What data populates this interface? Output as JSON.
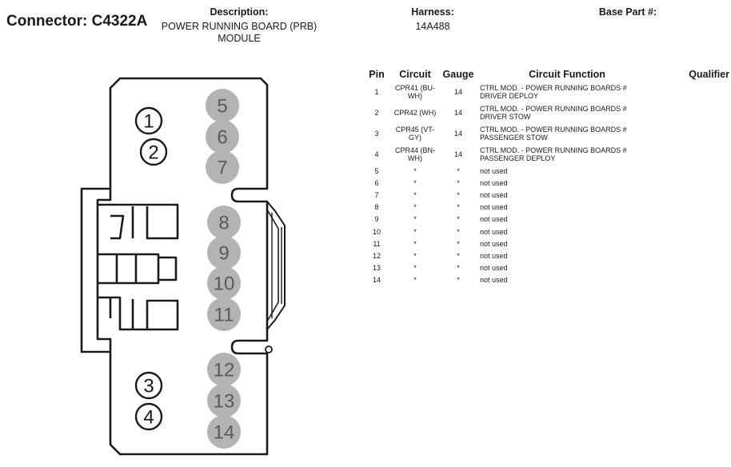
{
  "header": {
    "connector": "Connector: C4322A",
    "description_label": "Description:",
    "description_value_line1": "POWER RUNNING BOARD (PRB)",
    "description_value_line2": "MODULE",
    "harness_label": "Harness:",
    "harness_value": "14A488",
    "base_part_label": "Base Part #:"
  },
  "diagram": {
    "cavities": [
      {
        "n": "1",
        "style": "open"
      },
      {
        "n": "2",
        "style": "open"
      },
      {
        "n": "3",
        "style": "open"
      },
      {
        "n": "4",
        "style": "open"
      },
      {
        "n": "5",
        "style": "filled"
      },
      {
        "n": "6",
        "style": "filled"
      },
      {
        "n": "7",
        "style": "filled"
      },
      {
        "n": "8",
        "style": "filled"
      },
      {
        "n": "9",
        "style": "filled"
      },
      {
        "n": "10",
        "style": "filled"
      },
      {
        "n": "11",
        "style": "filled"
      },
      {
        "n": "12",
        "style": "filled"
      },
      {
        "n": "13",
        "style": "filled"
      },
      {
        "n": "14",
        "style": "filled"
      }
    ],
    "colors": {
      "filled": "#b3b3b3",
      "filled_text": "#5a5a5a",
      "outline": "#1a1a1a"
    }
  },
  "table": {
    "headers": {
      "pin": "Pin",
      "circuit": "Circuit",
      "gauge": "Gauge",
      "function": "Circuit Function",
      "qualifier": "Qualifier"
    },
    "rows": [
      {
        "pin": "1",
        "circuit_l1": "CPR41 (BU-",
        "circuit_l2": "WH)",
        "gauge": "14",
        "func_l1": "CTRL MOD. - POWER RUNNING BOARDS #",
        "func_l2": "DRIVER DEPLOY",
        "qualifier": ""
      },
      {
        "pin": "2",
        "circuit_l1": "CPR42 (WH)",
        "circuit_l2": "",
        "gauge": "14",
        "func_l1": "CTRL MOD. - POWER RUNNING BOARDS #",
        "func_l2": "DRIVER STOW",
        "qualifier": ""
      },
      {
        "pin": "3",
        "circuit_l1": "CPR45 (VT-",
        "circuit_l2": "GY)",
        "gauge": "14",
        "func_l1": "CTRL MOD. - POWER RUNNING BOARDS #",
        "func_l2": "PASSENGER STOW",
        "qualifier": ""
      },
      {
        "pin": "4",
        "circuit_l1": "CPR44 (BN-",
        "circuit_l2": "WH)",
        "gauge": "14",
        "func_l1": "CTRL MOD. - POWER RUNNING BOARDS #",
        "func_l2": "PASSENGER DEPLOY",
        "qualifier": ""
      },
      {
        "pin": "5",
        "circuit_l1": "*",
        "circuit_l2": "",
        "gauge": "*",
        "func_l1": "not used",
        "func_l2": "",
        "qualifier": ""
      },
      {
        "pin": "6",
        "circuit_l1": "*",
        "circuit_l2": "",
        "gauge": "*",
        "func_l1": "not used",
        "func_l2": "",
        "qualifier": ""
      },
      {
        "pin": "7",
        "circuit_l1": "*",
        "circuit_l2": "",
        "gauge": "*",
        "func_l1": "not used",
        "func_l2": "",
        "qualifier": ""
      },
      {
        "pin": "8",
        "circuit_l1": "*",
        "circuit_l2": "",
        "gauge": "*",
        "func_l1": "not used",
        "func_l2": "",
        "qualifier": ""
      },
      {
        "pin": "9",
        "circuit_l1": "*",
        "circuit_l2": "",
        "gauge": "*",
        "func_l1": "not used",
        "func_l2": "",
        "qualifier": ""
      },
      {
        "pin": "10",
        "circuit_l1": "*",
        "circuit_l2": "",
        "gauge": "*",
        "func_l1": "not used",
        "func_l2": "",
        "qualifier": ""
      },
      {
        "pin": "11",
        "circuit_l1": "*",
        "circuit_l2": "",
        "gauge": "*",
        "func_l1": "not used",
        "func_l2": "",
        "qualifier": ""
      },
      {
        "pin": "12",
        "circuit_l1": "*",
        "circuit_l2": "",
        "gauge": "*",
        "func_l1": "not used",
        "func_l2": "",
        "qualifier": ""
      },
      {
        "pin": "13",
        "circuit_l1": "*",
        "circuit_l2": "",
        "gauge": "*",
        "func_l1": "not used",
        "func_l2": "",
        "qualifier": ""
      },
      {
        "pin": "14",
        "circuit_l1": "*",
        "circuit_l2": "",
        "gauge": "*",
        "func_l1": "not used",
        "func_l2": "",
        "qualifier": ""
      }
    ]
  }
}
